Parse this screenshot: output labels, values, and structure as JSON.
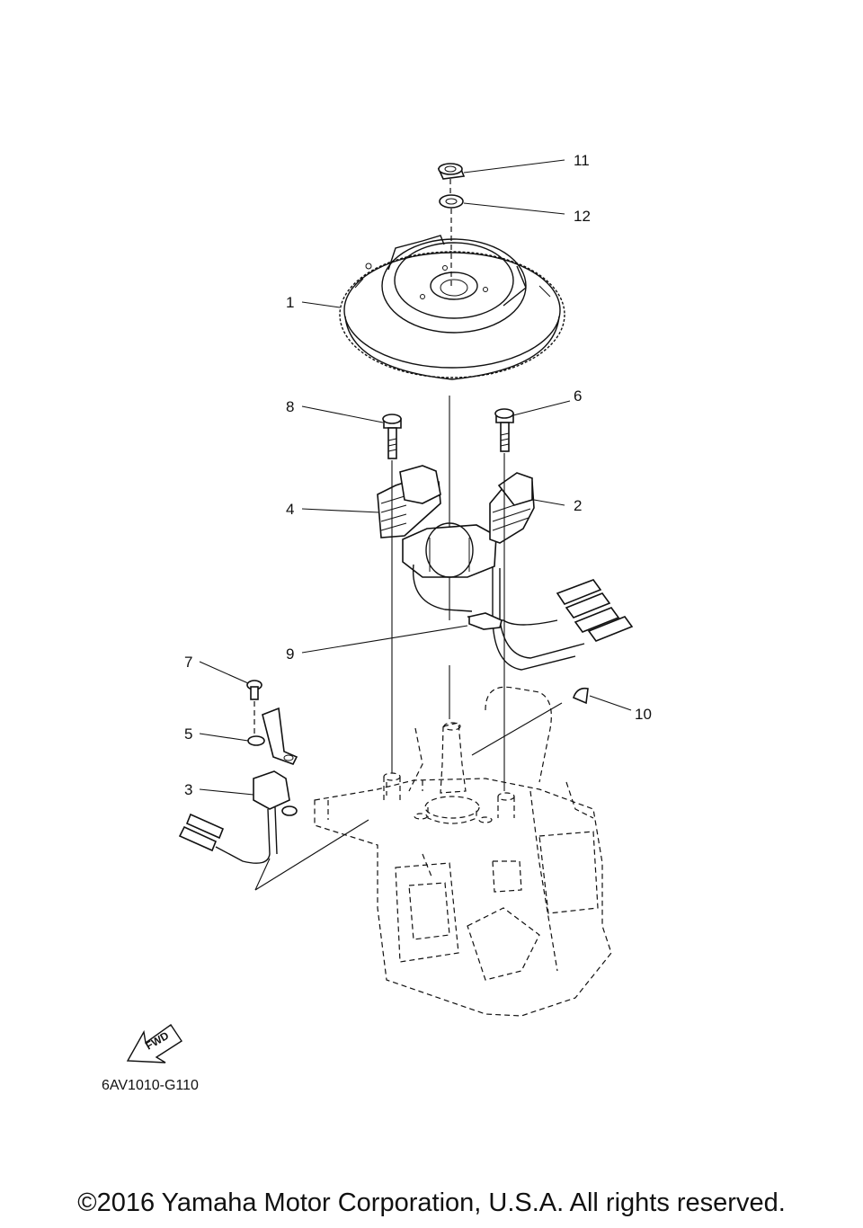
{
  "diagram": {
    "code": "6AV1010-G110",
    "fwd_label": "FWD",
    "callouts": [
      "1",
      "2",
      "3",
      "4",
      "5",
      "6",
      "7",
      "8",
      "9",
      "10",
      "11",
      "12"
    ]
  },
  "footer": {
    "copyright": "©2016 Yamaha Motor Corporation, U.S.A. All rights reserved."
  }
}
